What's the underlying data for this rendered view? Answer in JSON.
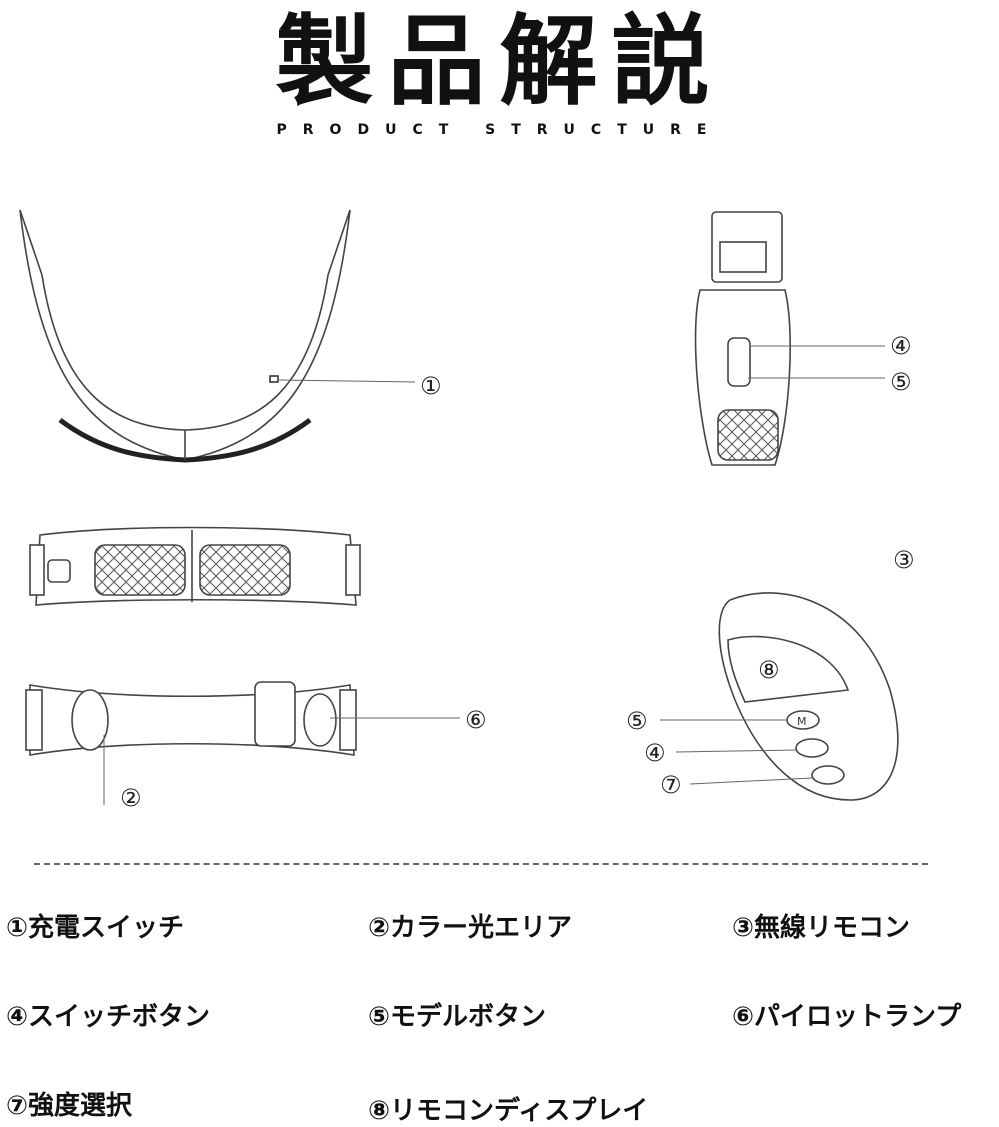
{
  "header": {
    "title": "製品解説",
    "subtitle": "PRODUCT STRUCTURE"
  },
  "callouts": {
    "c1": "①",
    "c2": "②",
    "c3": "③",
    "c4a": "④",
    "c5a": "⑤",
    "c6": "⑥",
    "c8": "⑧",
    "c5b": "⑤",
    "c4b": "④",
    "c7": "⑦"
  },
  "legend": [
    "①充電スイッチ",
    "②カラー光エリア",
    "③無線リモコン",
    "④スイッチボタン",
    "⑤モデルボタン",
    "⑥パイロットランプ",
    "⑦強度選択",
    "⑧リモコンディスプレイ"
  ],
  "remote_buttons": {
    "mode": "M"
  }
}
